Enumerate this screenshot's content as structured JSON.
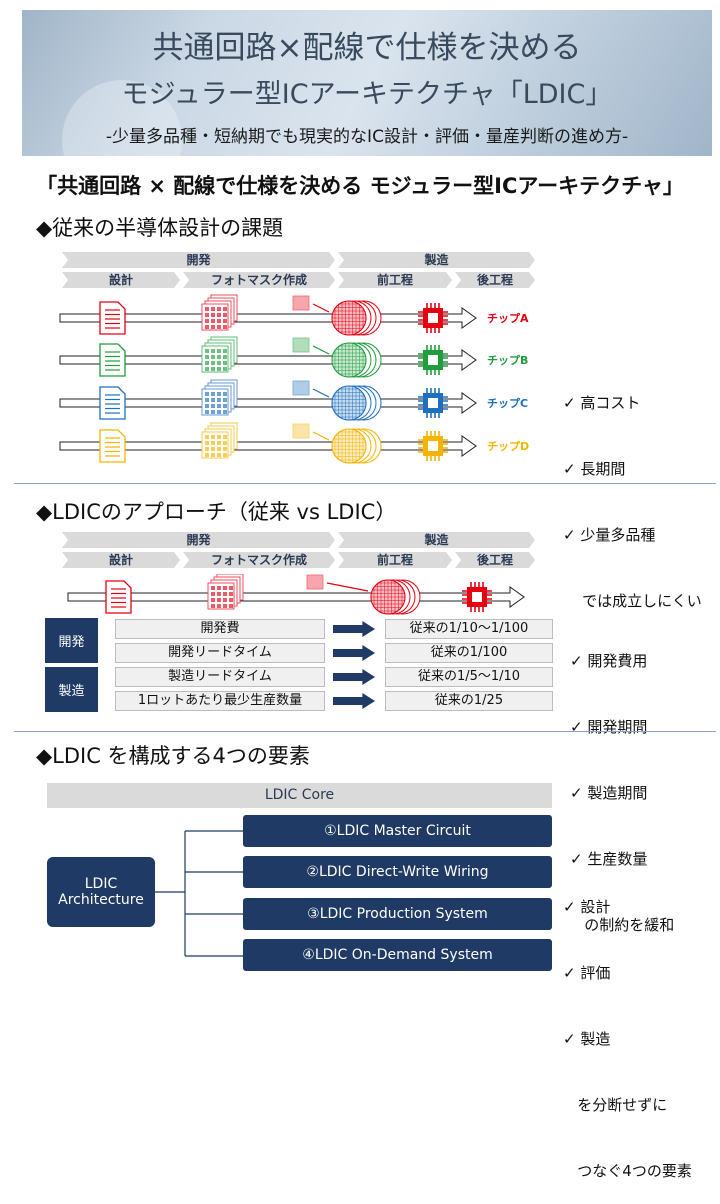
{
  "banner": {
    "title_line1": "共通回路×配線で仕様を決める",
    "title_line2": "モジュラー型ICアーキテクチャ「LDIC」",
    "tagline": "-少量多品種・短納期でも現実的なIC設計・評価・量産判断の進め方-"
  },
  "subtitle": "「共通回路 × 配線で仕様を決める モジュラー型ICアーキテクチャ」",
  "section1": {
    "heading": "◆従来の半導体設計の課題",
    "phases": {
      "dev": "開発",
      "mfg": "製造",
      "design": "設計",
      "photomask": "フォトマスク作成",
      "front": "前工程",
      "back": "後工程"
    },
    "chips": [
      {
        "label": "チップA",
        "color": "#e60012"
      },
      {
        "label": "チップB",
        "color": "#1f9e3d"
      },
      {
        "label": "チップC",
        "color": "#1e6fbe"
      },
      {
        "label": "チップD",
        "color": "#f4b400"
      }
    ],
    "checklist": [
      "✓ 高コスト",
      "✓ 長期間",
      "✓ 少量多品種",
      "    では成立しにくい"
    ]
  },
  "section2": {
    "heading": "◆LDICのアプローチ（従来 vs LDIC）",
    "phases": {
      "dev": "開発",
      "mfg": "製造",
      "design": "設計",
      "photomask": "フォトマスク作成",
      "front": "前工程",
      "back": "後工程"
    },
    "flow_color": "#e60012",
    "groups": {
      "dev": "開発",
      "mfg": "製造"
    },
    "rows": [
      {
        "item": "開発費",
        "value": "従来の1/10～1/100"
      },
      {
        "item": "開発リードタイム",
        "value": "従来の1/100"
      },
      {
        "item": "製造リードタイム",
        "value": "従来の1/5～1/10"
      },
      {
        "item": "1ロットあたり最少生産数量",
        "value": "従来の1/25"
      }
    ],
    "checklist": [
      "✓ 開発費用",
      "✓ 開発期間",
      "✓ 製造期間",
      "✓ 生産数量",
      "   の制約を緩和"
    ]
  },
  "section3": {
    "heading": "◆LDIC を構成する4つの要素",
    "core": "LDIC Core",
    "architecture": "LDIC\nArchitecture",
    "elements": [
      "①LDIC Master Circuit",
      "②LDIC Direct-Write Wiring",
      "③LDIC Production System",
      "④LDIC On-Demand System"
    ],
    "checklist": [
      "✓ 設計",
      "✓ 評価",
      "✓ 製造",
      "   を分断せずに",
      "   つなぐ4つの要素"
    ]
  },
  "colors": {
    "navy": "#1f3a64",
    "chevron": "#dadada",
    "divider": "#8fa3c8"
  }
}
